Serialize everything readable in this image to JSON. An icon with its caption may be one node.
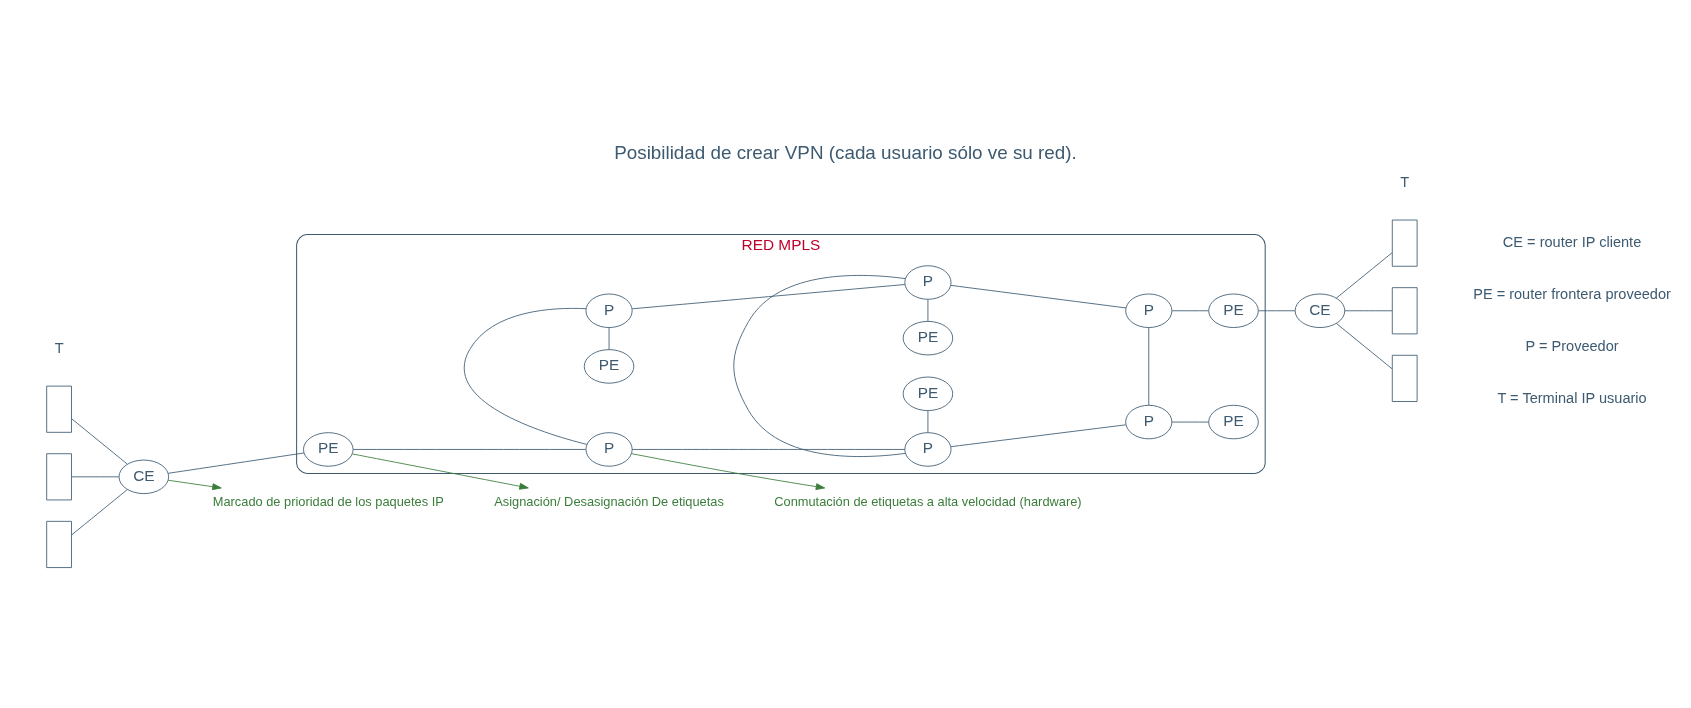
{
  "diagram": {
    "title": "Posibilidad de crear VPN (cada usuario sólo ve su red).",
    "nodes": [
      {
        "text": [
          "RED MPLS"
        ]
      },
      {
        "text": [
          "PE"
        ],
        "in": 0
      },
      {
        "text": [
          "PE"
        ],
        "in": 0
      },
      {
        "text": [
          "PE"
        ],
        "in": 0
      },
      {
        "text": [
          "P"
        ],
        "in": 0
      },
      {
        "text": [
          "P"
        ],
        "in": 0
      },
      {
        "text": [
          "P"
        ],
        "in": 0
      },
      {
        "text": [
          "PE"
        ],
        "in": 0
      },
      {
        "text": [
          "P"
        ],
        "in": 0
      },
      {
        "text": [
          "P"
        ],
        "in": 0
      },
      {
        "text": [
          "P"
        ],
        "in": 0
      },
      {
        "text": [
          "PE"
        ],
        "in": 0
      },
      {
        "text": [
          "PE"
        ],
        "in": 0
      },
      {
        "text": [
          "CE"
        ]
      },
      {
        "text": [
          "CE"
        ]
      },
      {
        "text": [],
        "shape": "box"
      },
      {
        "text": [],
        "shape": "box"
      },
      {
        "text": [],
        "shape": "box"
      },
      {
        "text": [],
        "shape": "box"
      },
      {
        "text": [],
        "shape": "box"
      },
      {
        "text": [],
        "shape": "box"
      },
      {
        "text": [
          "Marcado de prioridad de los paquetes IP"
        ]
      },
      {
        "text": [
          "Asignación/ Desasignación De etiquetas"
        ]
      },
      {
        "text": [
          "Conmutación de etiquetas a alta velocidad (hardware)"
        ]
      }
    ],
    "edges": [
      {
        "from": 15,
        "to": 13,
        "arrow": "none"
      },
      {
        "from": 16,
        "to": 13,
        "arrow": "none"
      },
      {
        "from": 17,
        "to": 13,
        "arrow": "none"
      },
      {
        "from": 13,
        "to": 7,
        "arrow": "none"
      },
      {
        "from": 7,
        "to": 8,
        "arrow": "none"
      },
      {
        "from": 8,
        "to": 9,
        "arrow": "none"
      },
      {
        "from": 9,
        "to": 10,
        "arrow": "none"
      },
      {
        "from": 10,
        "to": 11,
        "arrow": "none"
      },
      {
        "from": 1,
        "to": 4,
        "arrow": "none"
      },
      {
        "from": 2,
        "to": 5,
        "arrow": "none"
      },
      {
        "from": 4,
        "to": 5,
        "arrow": "none"
      },
      {
        "from": 5,
        "to": 6,
        "arrow": "none"
      },
      {
        "from": 6,
        "to": 3,
        "arrow": "none"
      },
      {
        "from": 4,
        "to": 8,
        "arrow": "none"
      },
      {
        "from": 5,
        "to": 9,
        "arrow": "none"
      },
      {
        "from": 6,
        "to": 10,
        "arrow": "none"
      },
      {
        "from": 9,
        "to": 12,
        "arrow": "none"
      },
      {
        "from": 3,
        "to": 14,
        "arrow": "none"
      },
      {
        "from": 14,
        "to": 18,
        "arrow": "none"
      },
      {
        "from": 14,
        "to": 19,
        "arrow": "none"
      },
      {
        "from": 14,
        "to": 20,
        "arrow": "none"
      },
      {
        "from": 13,
        "to": 21,
        "arrow": "to",
        "color": "#3a7d3a"
      },
      {
        "from": 7,
        "to": 22,
        "arrow": "to",
        "color": "#3a7d3a"
      },
      {
        "from": 8,
        "to": 23,
        "arrow": "to",
        "color": "#3a7d3a"
      }
    ],
    "labels": [
      "T",
      "T",
      "CE = router IP cliente",
      "PE = router frontera proveedor",
      "P = Proveedor",
      "T = Terminal IP usuario"
    ]
  }
}
